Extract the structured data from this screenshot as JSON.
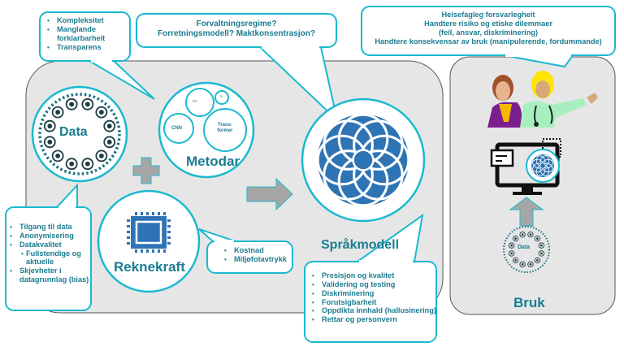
{
  "colors": {
    "accent": "#1ab9cf",
    "text": "#1b7c90",
    "flower": "#2e74b5",
    "panel": "#e6e6e6",
    "arrow": "#a6a6a6"
  },
  "data_node": {
    "label": "Data",
    "callout_top": [
      "Kompleksitet",
      "Manglande forklarbarheit",
      "Transparens"
    ],
    "callout_bottom": [
      "Tilgang til data",
      "Anonymisering",
      "Datakvalitet",
      "Fullstendige og aktuelle",
      "Skjevheter i datagrunnlag (bias)"
    ]
  },
  "methods_node": {
    "label": "Metodar",
    "sub": {
      "xx": "xx",
      "y": "y",
      "cnn": "CNN",
      "transformer": "Trans-former"
    }
  },
  "compute_node": {
    "label": "Reknekraft",
    "callout": [
      "Kostnad",
      "Miljøfotavtrykk"
    ]
  },
  "governance_callout": [
    "Forvaltningsregime?",
    "Forretningsmodell? Maktkonsentrasjon?"
  ],
  "language_model": {
    "label": "Språkmodell",
    "callout": [
      "Presisjon og kvalitet",
      "Validering og testing",
      "Diskriminering",
      "Forutsigbarheit",
      "Oppdikta innhald (hallusinering)",
      "Rettar og personvern"
    ]
  },
  "use_panel": {
    "label": "Bruk",
    "data_label": "Data",
    "callout": [
      "Helsefagleg forsvarlegheit",
      "Handtere risiko og etiske dilemmaer",
      "(feil, ansvar, diskriminering)",
      "Handtere konsekvensar av bruk (manipulerende, fordummande)"
    ]
  },
  "icons": [
    "plus-icon",
    "arrow-right-icon",
    "arrow-up-icon",
    "chip-icon",
    "flower-logo-icon",
    "monitor-icon",
    "people-icon"
  ]
}
